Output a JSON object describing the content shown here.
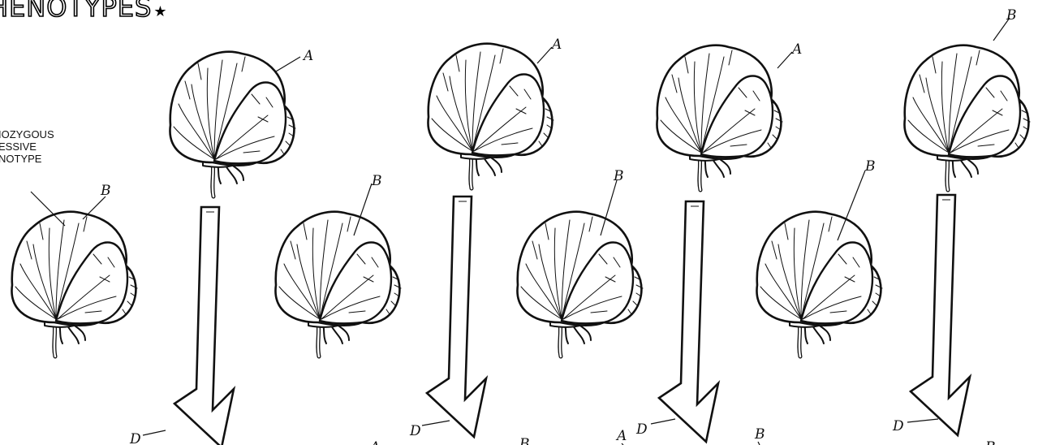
{
  "title": "HENOTYPES",
  "title_mark": "★",
  "caption_lines": [
    "IOZYGOUS",
    "ESSIVE",
    "NOTYPE"
  ],
  "label_a": "A",
  "label_b": "B",
  "label_d": "D"
}
